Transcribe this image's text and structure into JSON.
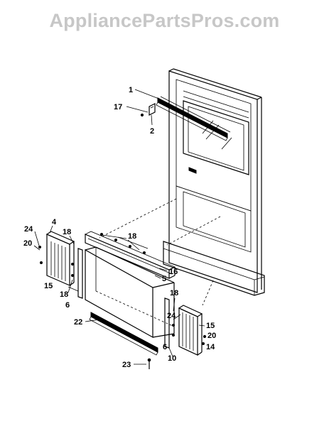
{
  "watermark": "AppliancePartsPros.com",
  "labels": {
    "p1": "1",
    "p17": "17",
    "p2": "2",
    "p4": "4",
    "p24a": "24",
    "p20a": "20",
    "p18a": "18",
    "p18b": "18",
    "p18c": "18",
    "p18d": "18",
    "p15a": "15",
    "p6a": "6",
    "p16": "16",
    "p5": "5",
    "p22": "22",
    "p24b": "24",
    "p15b": "15",
    "p20b": "20",
    "p14": "14",
    "p6b": "6",
    "p10": "10",
    "p23": "23"
  }
}
